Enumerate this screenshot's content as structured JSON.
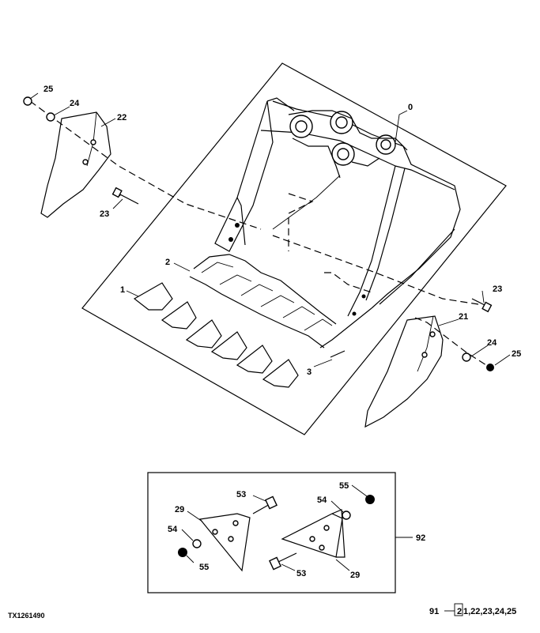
{
  "figure_id": "TX1261490",
  "callouts": {
    "c0": "0",
    "c1": "1",
    "c2": "2",
    "c3": "3",
    "c21": "21",
    "c22": "22",
    "c23a": "23",
    "c23b": "23",
    "c24a": "24",
    "c24b": "24",
    "c25a": "25",
    "c25b": "25",
    "c29a": "29",
    "c29b": "29",
    "c53a": "53",
    "c53b": "53",
    "c54a": "54",
    "c54b": "54",
    "c55a": "55",
    "c55b": "55",
    "c92": "92"
  },
  "kit_note": {
    "prefix": "91",
    "items": "21,22,23,24,25",
    "first_char": "2",
    "rest": "1,22,23,24,25"
  }
}
